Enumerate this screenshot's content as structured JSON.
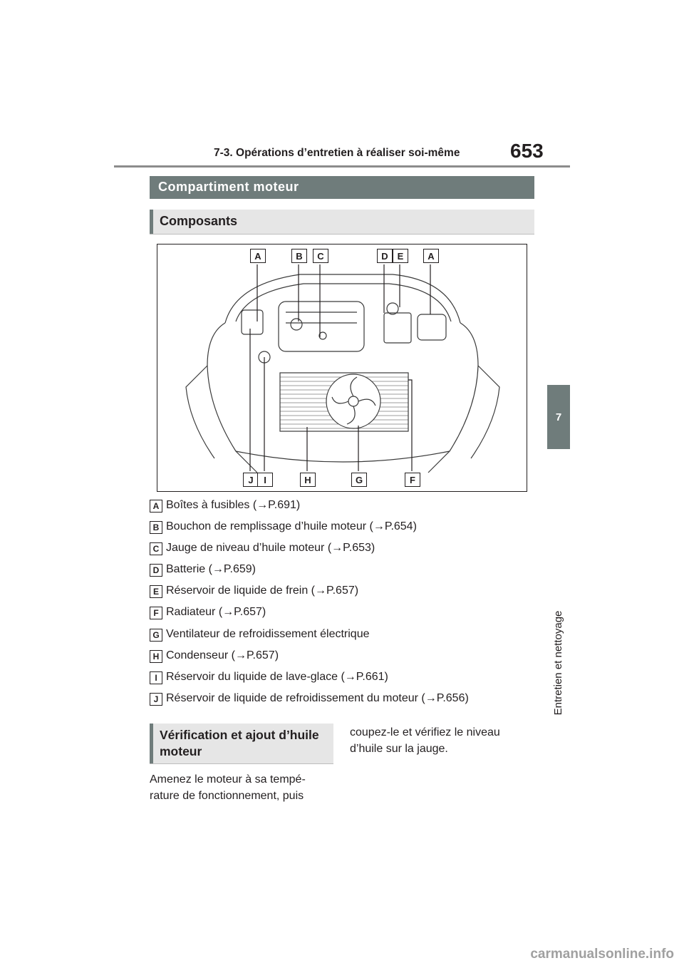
{
  "header": {
    "title": "7-3. Opérations d’entretien à réaliser soi-même",
    "page_number": "653"
  },
  "side_tab": {
    "chapter": "7",
    "label": "Entretien et nettoyage"
  },
  "section_title": "Compartiment moteur",
  "subsection_title": "Composants",
  "figure": {
    "top_callouts": [
      "A",
      "B",
      "C",
      "D",
      "E",
      "A"
    ],
    "bottom_callouts": [
      "J",
      "I",
      "H",
      "G",
      "F"
    ]
  },
  "components": [
    {
      "key": "A",
      "text": "Boîtes à fusibles (→P.691)"
    },
    {
      "key": "B",
      "text": "Bouchon de remplissage d’huile moteur (→P.654)"
    },
    {
      "key": "C",
      "text": "Jauge de niveau d’huile moteur (→P.653)"
    },
    {
      "key": "D",
      "text": "Batterie (→P.659)"
    },
    {
      "key": "E",
      "text": "Réservoir de liquide de frein (→P.657)"
    },
    {
      "key": "F",
      "text": "Radiateur (→P.657)"
    },
    {
      "key": "G",
      "text": "Ventilateur de refroidissement électrique"
    },
    {
      "key": "H",
      "text": "Condenseur (→P.657)"
    },
    {
      "key": "I",
      "text": "Réservoir du liquide de lave-glace (→P.661)"
    },
    {
      "key": "J",
      "text": "Réservoir de liquide de refroidissement du moteur (→P.656)"
    }
  ],
  "section2": {
    "title": "Vérification et ajout d’huile moteur",
    "para_left_1": "Amenez le moteur à sa tempé-",
    "para_left_2": "rature de fonctionnement, puis",
    "para_right_1": "coupez-le et vérifiez le niveau",
    "para_right_2": "d’huile sur la jauge."
  },
  "watermark": "carmanualsonline.info",
  "colors": {
    "section_bar": "#6f7c7b",
    "sub_bar": "#e6e6e6",
    "rule": "#8c8c8c"
  }
}
